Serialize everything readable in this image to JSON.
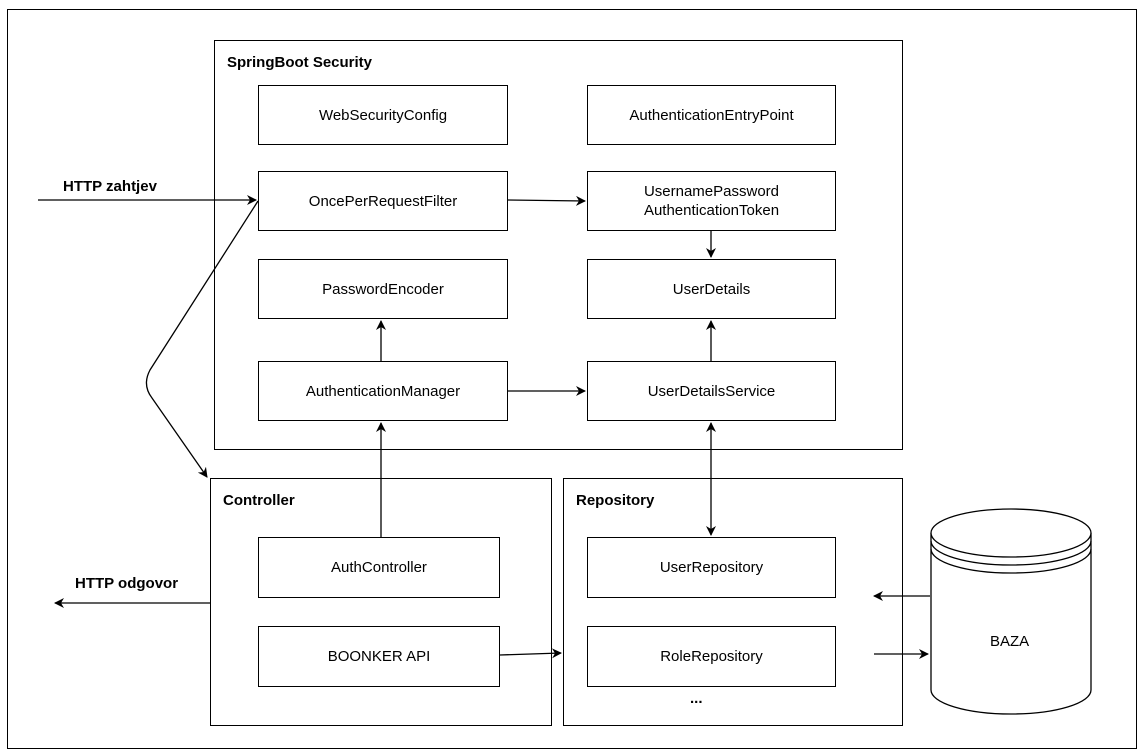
{
  "containers": {
    "security": "SpringBoot Security",
    "controller": "Controller",
    "repository": "Repository"
  },
  "security_boxes": {
    "web_security_config": "WebSecurityConfig",
    "auth_entry_point": "AuthenticationEntryPoint",
    "once_per_request_filter": "OncePerRequestFilter",
    "auth_token": "UsernamePassword\nAuthenticationToken",
    "password_encoder": "PasswordEncoder",
    "user_details": "UserDetails",
    "auth_manager": "AuthenticationManager",
    "user_details_service": "UserDetailsService"
  },
  "controller_boxes": {
    "auth_controller": "AuthController",
    "boonker_api": "BOONKER API"
  },
  "repository_boxes": {
    "user_repository": "UserRepository",
    "role_repository": "RoleRepository",
    "more": "..."
  },
  "database": {
    "label": "BAZA"
  },
  "external": {
    "http_request": "HTTP zahtjev",
    "http_response": "HTTP odgovor"
  }
}
